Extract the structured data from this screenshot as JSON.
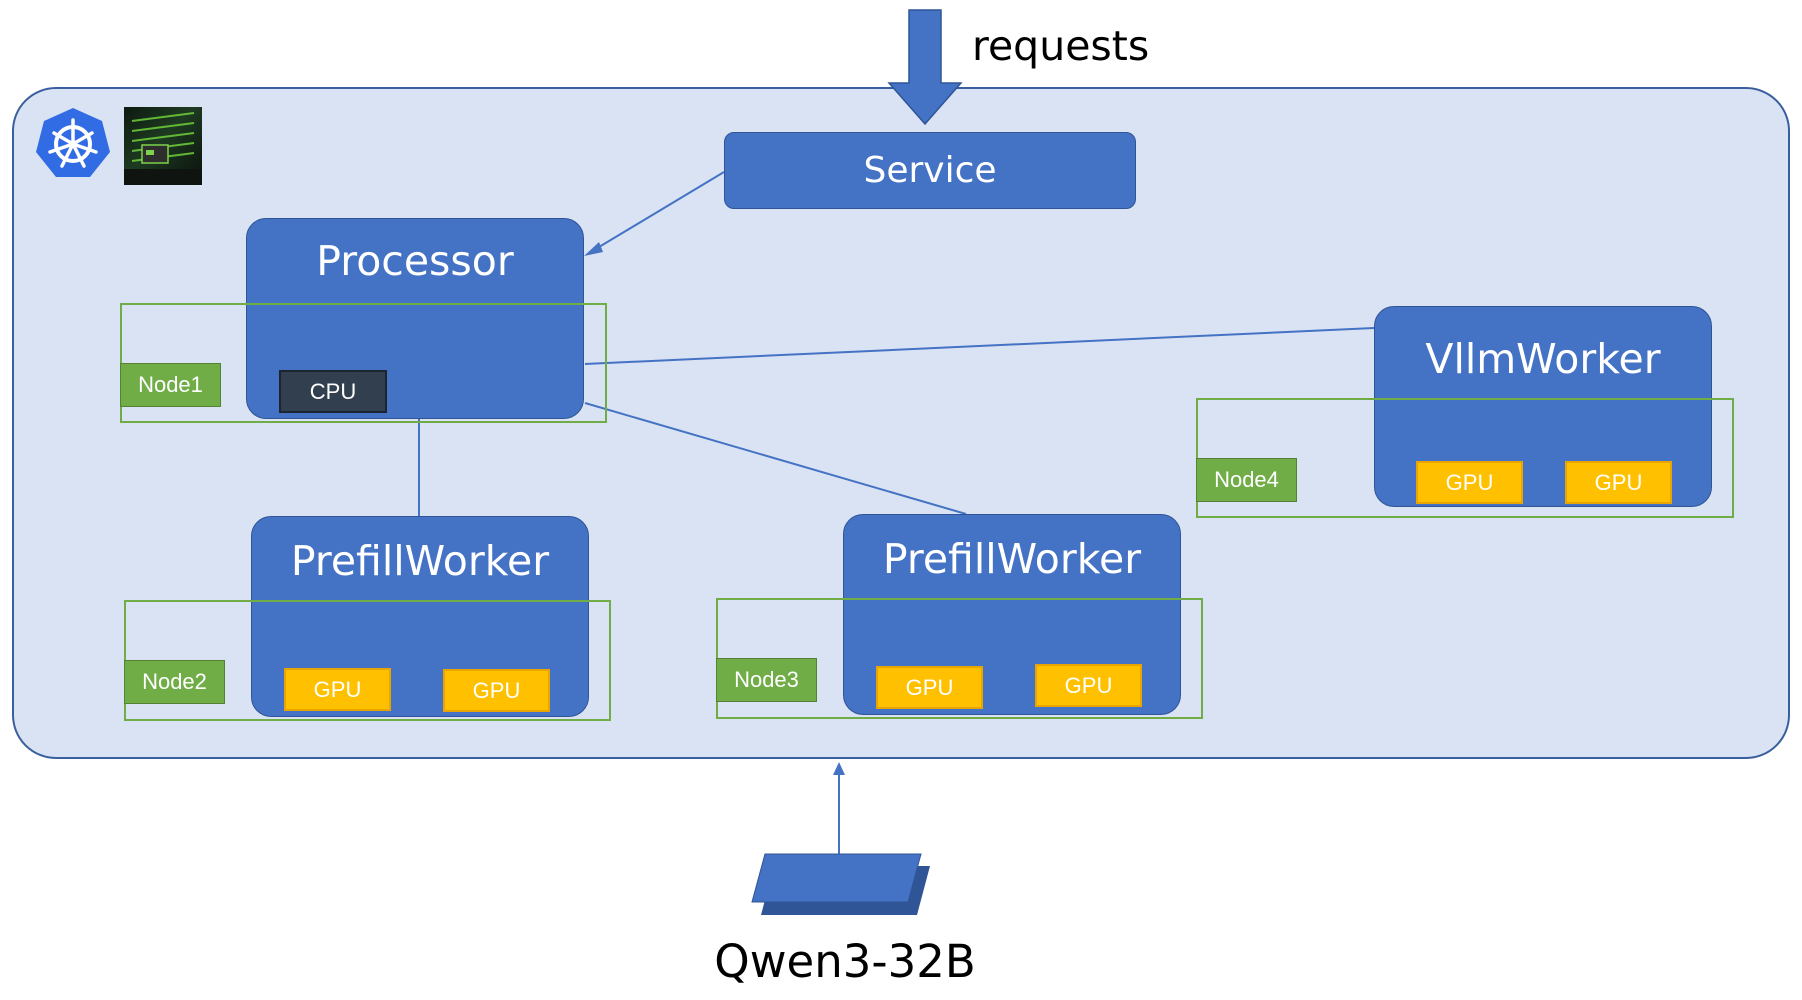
{
  "header": {
    "requests_label": "requests"
  },
  "cluster": {
    "logo_icon": "kubernetes-helm-icon",
    "thumbnail_icon": "gpu-server-rack-icon"
  },
  "service": {
    "label": "Service"
  },
  "processor": {
    "title": "Processor",
    "node_label": "Node1",
    "cpu_label": "CPU"
  },
  "prefill_worker_1": {
    "title": "PrefillWorker",
    "node_label": "Node2",
    "gpus": [
      "GPU",
      "GPU"
    ]
  },
  "prefill_worker_2": {
    "title": "PrefillWorker",
    "node_label": "Node3",
    "gpus": [
      "GPU",
      "GPU"
    ]
  },
  "vllm_worker": {
    "title": "VllmWorker",
    "node_label": "Node4",
    "gpus": [
      "GPU",
      "GPU"
    ]
  },
  "model": {
    "label": "Qwen3-32B"
  },
  "colors": {
    "cluster_bg": "#dae3f3",
    "box_blue": "#4472c4",
    "node_green": "#70ad47",
    "gpu_yellow": "#ffc000",
    "cpu_dark": "#323f4f"
  }
}
